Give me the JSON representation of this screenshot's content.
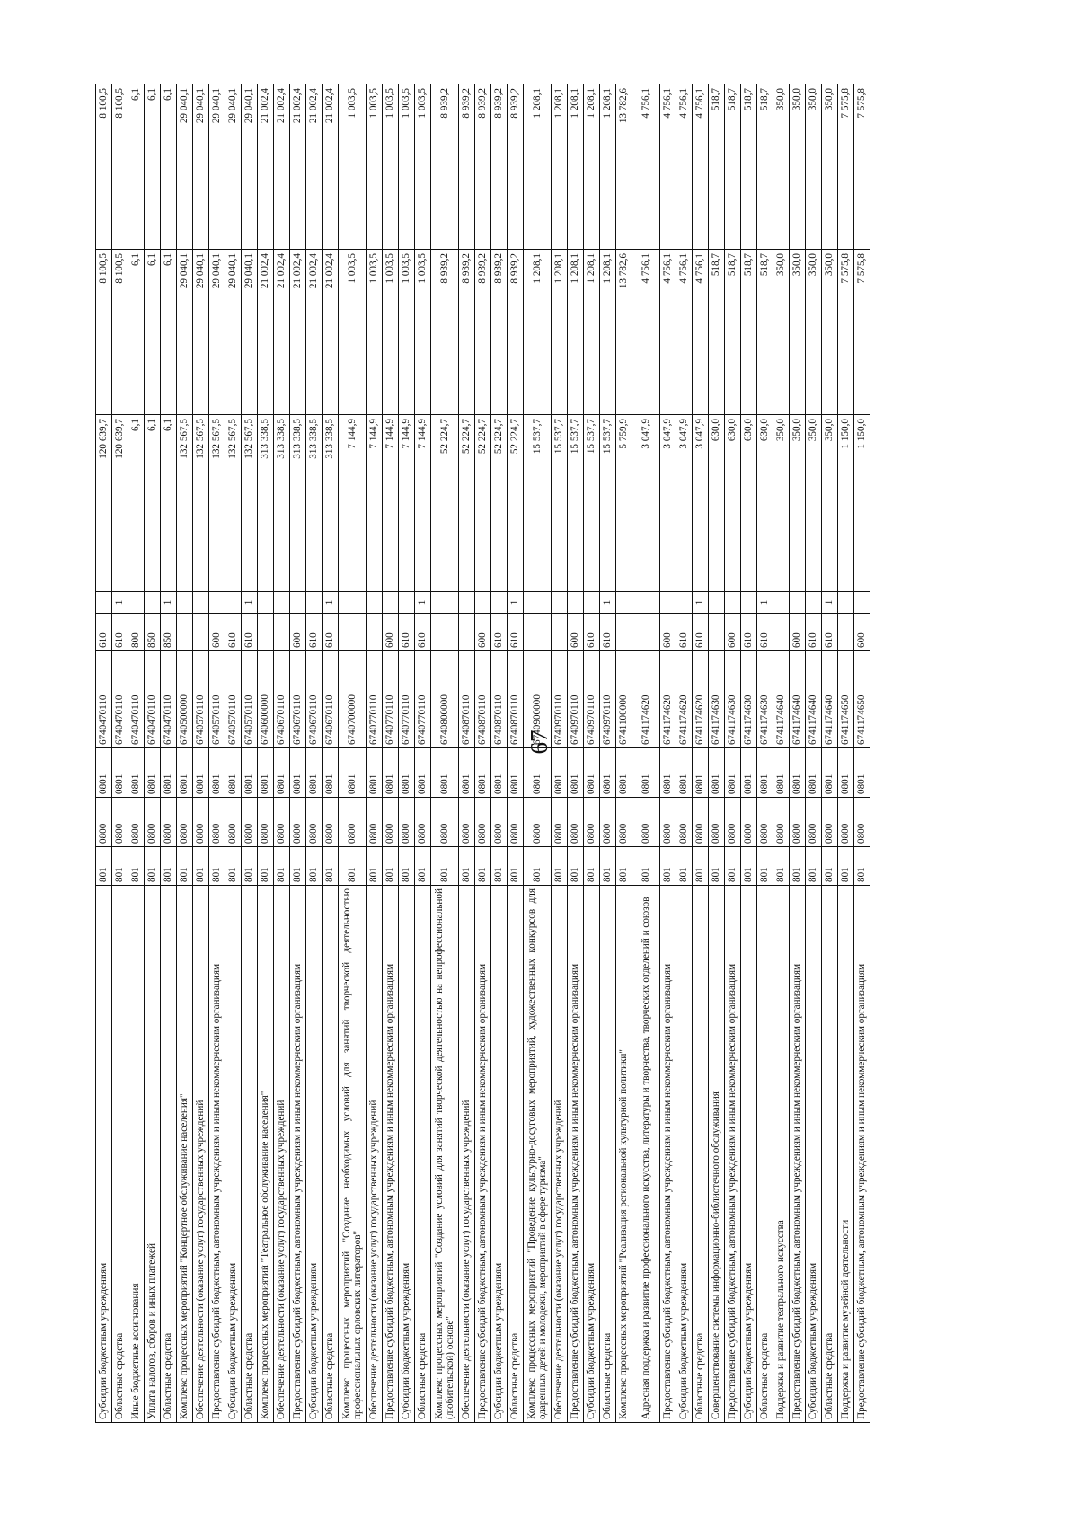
{
  "page": {
    "number": "67"
  },
  "rows": [
    {
      "name": "Субсидии бюджетным учреждениям",
      "gr": "801",
      "rz": "0800",
      "pr": "0801",
      "csr": "6740470110",
      "vr": "610",
      "flag": "",
      "v1": "120 639,7",
      "v2": "8 100,5",
      "v3": "8 100,5"
    },
    {
      "name": "Областные средства",
      "gr": "801",
      "rz": "0800",
      "pr": "0801",
      "csr": "6740470110",
      "vr": "610",
      "flag": "1",
      "v1": "120 639,7",
      "v2": "8 100,5",
      "v3": "8 100,5"
    },
    {
      "name": "Иные бюджетные ассигнования",
      "gr": "801",
      "rz": "0800",
      "pr": "0801",
      "csr": "6740470110",
      "vr": "800",
      "flag": "",
      "v1": "6,1",
      "v2": "6,1",
      "v3": "6,1"
    },
    {
      "name": "Уплата налогов, сборов и иных платежей",
      "gr": "801",
      "rz": "0800",
      "pr": "0801",
      "csr": "6740470110",
      "vr": "850",
      "flag": "",
      "v1": "6,1",
      "v2": "6,1",
      "v3": "6,1"
    },
    {
      "name": "Областные средства",
      "gr": "801",
      "rz": "0800",
      "pr": "0801",
      "csr": "6740470110",
      "vr": "850",
      "flag": "1",
      "v1": "6,1",
      "v2": "6,1",
      "v3": "6,1"
    },
    {
      "name": "Комплекс процессных мероприятий \"Концертное обслуживание населения\"",
      "gr": "801",
      "rz": "0800",
      "pr": "0801",
      "csr": "6740500000",
      "vr": "",
      "flag": "",
      "v1": "132 567,5",
      "v2": "29 040,1",
      "v3": "29 040,1"
    },
    {
      "name": "Обеспечение деятельности (оказание услуг) государственных учреждений",
      "gr": "801",
      "rz": "0800",
      "pr": "0801",
      "csr": "6740570110",
      "vr": "",
      "flag": "",
      "v1": "132 567,5",
      "v2": "29 040,1",
      "v3": "29 040,1"
    },
    {
      "name": "Предоставление субсидий бюджетным, автономным учреждениям и иным некоммерческим организациям",
      "gr": "801",
      "rz": "0800",
      "pr": "0801",
      "csr": "6740570110",
      "vr": "600",
      "flag": "",
      "v1": "132 567,5",
      "v2": "29 040,1",
      "v3": "29 040,1"
    },
    {
      "name": "Субсидии бюджетным учреждениям",
      "gr": "801",
      "rz": "0800",
      "pr": "0801",
      "csr": "6740570110",
      "vr": "610",
      "flag": "",
      "v1": "132 567,5",
      "v2": "29 040,1",
      "v3": "29 040,1"
    },
    {
      "name": "Областные средства",
      "gr": "801",
      "rz": "0800",
      "pr": "0801",
      "csr": "6740570110",
      "vr": "610",
      "flag": "1",
      "v1": "132 567,5",
      "v2": "29 040,1",
      "v3": "29 040,1"
    },
    {
      "name": "Комплекс процессных мероприятий \"Театральное обслуживание населения\"",
      "gr": "801",
      "rz": "0800",
      "pr": "0801",
      "csr": "6740600000",
      "vr": "",
      "flag": "",
      "v1": "313 338,5",
      "v2": "21 002,4",
      "v3": "21 002,4"
    },
    {
      "name": "Обеспечение деятельности (оказание услуг) государственных учреждений",
      "gr": "801",
      "rz": "0800",
      "pr": "0801",
      "csr": "6740670110",
      "vr": "",
      "flag": "",
      "v1": "313 338,5",
      "v2": "21 002,4",
      "v3": "21 002,4"
    },
    {
      "name": "Предоставление субсидий бюджетным, автономным учреждениям и иным некоммерческим организациям",
      "gr": "801",
      "rz": "0800",
      "pr": "0801",
      "csr": "6740670110",
      "vr": "600",
      "flag": "",
      "v1": "313 338,5",
      "v2": "21 002,4",
      "v3": "21 002,4"
    },
    {
      "name": "Субсидии бюджетным учреждениям",
      "gr": "801",
      "rz": "0800",
      "pr": "0801",
      "csr": "6740670110",
      "vr": "610",
      "flag": "",
      "v1": "313 338,5",
      "v2": "21 002,4",
      "v3": "21 002,4"
    },
    {
      "name": "Областные средства",
      "gr": "801",
      "rz": "0800",
      "pr": "0801",
      "csr": "6740670110",
      "vr": "610",
      "flag": "1",
      "v1": "313 338,5",
      "v2": "21 002,4",
      "v3": "21 002,4"
    },
    {
      "name": "Комплекс процессных мероприятий \"Создание необходимых условий для занятий творческой деятельностью профессиональных орловских литераторов\"",
      "gr": "801",
      "rz": "0800",
      "pr": "0801",
      "csr": "6740700000",
      "vr": "",
      "flag": "",
      "v1": "7 144,9",
      "v2": "1 003,5",
      "v3": "1 003,5"
    },
    {
      "name": "Обеспечение деятельности (оказание услуг) государственных учреждений",
      "gr": "801",
      "rz": "0800",
      "pr": "0801",
      "csr": "6740770110",
      "vr": "",
      "flag": "",
      "v1": "7 144,9",
      "v2": "1 003,5",
      "v3": "1 003,5"
    },
    {
      "name": "Предоставление субсидий бюджетным, автономным учреждениям и иным некоммерческим организациям",
      "gr": "801",
      "rz": "0800",
      "pr": "0801",
      "csr": "6740770110",
      "vr": "600",
      "flag": "",
      "v1": "7 144,9",
      "v2": "1 003,5",
      "v3": "1 003,5"
    },
    {
      "name": "Субсидии бюджетным учреждениям",
      "gr": "801",
      "rz": "0800",
      "pr": "0801",
      "csr": "6740770110",
      "vr": "610",
      "flag": "",
      "v1": "7 144,9",
      "v2": "1 003,5",
      "v3": "1 003,5"
    },
    {
      "name": "Областные средства",
      "gr": "801",
      "rz": "0800",
      "pr": "0801",
      "csr": "6740770110",
      "vr": "610",
      "flag": "1",
      "v1": "7 144,9",
      "v2": "1 003,5",
      "v3": "1 003,5"
    },
    {
      "name": "Комплекс процессных мероприятий \"Создание условий для занятий творческой деятельностью на непрофессиональной (любительской) основе\"",
      "gr": "801",
      "rz": "0800",
      "pr": "0801",
      "csr": "6740800000",
      "vr": "",
      "flag": "",
      "v1": "52 224,7",
      "v2": "8 939,2",
      "v3": "8 939,2"
    },
    {
      "name": "Обеспечение деятельности (оказание услуг) государственных учреждений",
      "gr": "801",
      "rz": "0800",
      "pr": "0801",
      "csr": "6740870110",
      "vr": "",
      "flag": "",
      "v1": "52 224,7",
      "v2": "8 939,2",
      "v3": "8 939,2"
    },
    {
      "name": "Предоставление субсидий бюджетным, автономным учреждениям и иным некоммерческим организациям",
      "gr": "801",
      "rz": "0800",
      "pr": "0801",
      "csr": "6740870110",
      "vr": "600",
      "flag": "",
      "v1": "52 224,7",
      "v2": "8 939,2",
      "v3": "8 939,2"
    },
    {
      "name": "Субсидии бюджетным учреждениям",
      "gr": "801",
      "rz": "0800",
      "pr": "0801",
      "csr": "6740870110",
      "vr": "610",
      "flag": "",
      "v1": "52 224,7",
      "v2": "8 939,2",
      "v3": "8 939,2"
    },
    {
      "name": "Областные средства",
      "gr": "801",
      "rz": "0800",
      "pr": "0801",
      "csr": "6740870110",
      "vr": "610",
      "flag": "1",
      "v1": "52 224,7",
      "v2": "8 939,2",
      "v3": "8 939,2"
    },
    {
      "name": "Комплекс процессных мероприятий \"Проведение культурно-досуговых мероприятий, художественных конкурсов для одаренных детей и молодежи, мероприятий в сфере туризма\"",
      "gr": "801",
      "rz": "0800",
      "pr": "0801",
      "csr": "6740900000",
      "vr": "",
      "flag": "",
      "v1": "15 537,7",
      "v2": "1 208,1",
      "v3": "1 208,1"
    },
    {
      "name": "Обеспечение деятельности (оказание услуг) государственных учреждений",
      "gr": "801",
      "rz": "0800",
      "pr": "0801",
      "csr": "6740970110",
      "vr": "",
      "flag": "",
      "v1": "15 537,7",
      "v2": "1 208,1",
      "v3": "1 208,1"
    },
    {
      "name": "Предоставление субсидий бюджетным, автономным учреждениям и иным некоммерческим организациям",
      "gr": "801",
      "rz": "0800",
      "pr": "0801",
      "csr": "6740970110",
      "vr": "600",
      "flag": "",
      "v1": "15 537,7",
      "v2": "1 208,1",
      "v3": "1 208,1"
    },
    {
      "name": "Субсидии бюджетным учреждениям",
      "gr": "801",
      "rz": "0800",
      "pr": "0801",
      "csr": "6740970110",
      "vr": "610",
      "flag": "",
      "v1": "15 537,7",
      "v2": "1 208,1",
      "v3": "1 208,1"
    },
    {
      "name": "Областные средства",
      "gr": "801",
      "rz": "0800",
      "pr": "0801",
      "csr": "6740970110",
      "vr": "610",
      "flag": "1",
      "v1": "15 537,7",
      "v2": "1 208,1",
      "v3": "1 208,1"
    },
    {
      "name": "Комплекс процессных мероприятий \"Реализация региональной культурной политики\"",
      "gr": "801",
      "rz": "0800",
      "pr": "0801",
      "csr": "6741100000",
      "vr": "",
      "flag": "",
      "v1": "5 759,9",
      "v2": "13 782,6",
      "v3": "13 782,6"
    },
    {
      "name": "Адресная поддержка и развитие профессионального искусства, литературы и творчества, творческих отделений и союзов",
      "gr": "801",
      "rz": "0800",
      "pr": "0801",
      "csr": "6741174620",
      "vr": "",
      "flag": "",
      "v1": "3 047,9",
      "v2": "4 756,1",
      "v3": "4 756,1"
    },
    {
      "name": "Предоставление субсидий бюджетным, автономным учреждениям и иным некоммерческим организациям",
      "gr": "801",
      "rz": "0800",
      "pr": "0801",
      "csr": "6741174620",
      "vr": "600",
      "flag": "",
      "v1": "3 047,9",
      "v2": "4 756,1",
      "v3": "4 756,1"
    },
    {
      "name": "Субсидии бюджетным учреждениям",
      "gr": "801",
      "rz": "0800",
      "pr": "0801",
      "csr": "6741174620",
      "vr": "610",
      "flag": "",
      "v1": "3 047,9",
      "v2": "4 756,1",
      "v3": "4 756,1"
    },
    {
      "name": "Областные средства",
      "gr": "801",
      "rz": "0800",
      "pr": "0801",
      "csr": "6741174620",
      "vr": "610",
      "flag": "1",
      "v1": "3 047,9",
      "v2": "4 756,1",
      "v3": "4 756,1"
    },
    {
      "name": "Совершенствование системы информационно-библиотечного обслуживания",
      "gr": "801",
      "rz": "0800",
      "pr": "0801",
      "csr": "6741174630",
      "vr": "",
      "flag": "",
      "v1": "630,0",
      "v2": "518,7",
      "v3": "518,7"
    },
    {
      "name": "Предоставление субсидий бюджетным, автономным учреждениям и иным некоммерческим организациям",
      "gr": "801",
      "rz": "0800",
      "pr": "0801",
      "csr": "6741174630",
      "vr": "600",
      "flag": "",
      "v1": "630,0",
      "v2": "518,7",
      "v3": "518,7"
    },
    {
      "name": "Субсидии бюджетным учреждениям",
      "gr": "801",
      "rz": "0800",
      "pr": "0801",
      "csr": "6741174630",
      "vr": "610",
      "flag": "",
      "v1": "630,0",
      "v2": "518,7",
      "v3": "518,7"
    },
    {
      "name": "Областные средства",
      "gr": "801",
      "rz": "0800",
      "pr": "0801",
      "csr": "6741174630",
      "vr": "610",
      "flag": "1",
      "v1": "630,0",
      "v2": "518,7",
      "v3": "518,7"
    },
    {
      "name": "Поддержка и развитие театрального искусства",
      "gr": "801",
      "rz": "0800",
      "pr": "0801",
      "csr": "6741174640",
      "vr": "",
      "flag": "",
      "v1": "350,0",
      "v2": "350,0",
      "v3": "350,0"
    },
    {
      "name": "Предоставление субсидий бюджетным, автономным учреждениям и иным некоммерческим организациям",
      "gr": "801",
      "rz": "0800",
      "pr": "0801",
      "csr": "6741174640",
      "vr": "600",
      "flag": "",
      "v1": "350,0",
      "v2": "350,0",
      "v3": "350,0"
    },
    {
      "name": "Субсидии бюджетным учреждениям",
      "gr": "801",
      "rz": "0800",
      "pr": "0801",
      "csr": "6741174640",
      "vr": "610",
      "flag": "",
      "v1": "350,0",
      "v2": "350,0",
      "v3": "350,0"
    },
    {
      "name": "Областные средства",
      "gr": "801",
      "rz": "0800",
      "pr": "0801",
      "csr": "6741174640",
      "vr": "610",
      "flag": "1",
      "v1": "350,0",
      "v2": "350,0",
      "v3": "350,0"
    },
    {
      "name": "Поддержка и развитие музейной деятельности",
      "gr": "801",
      "rz": "0800",
      "pr": "0801",
      "csr": "6741174650",
      "vr": "",
      "flag": "",
      "v1": "1 150,0",
      "v2": "7 575,8",
      "v3": "7 575,8"
    },
    {
      "name": "Предоставление субсидий бюджетным, автономным учреждениям и иным некоммерческим организациям",
      "gr": "801",
      "rz": "0800",
      "pr": "0801",
      "csr": "6741174650",
      "vr": "600",
      "flag": "",
      "v1": "1 150,0",
      "v2": "7 575,8",
      "v3": "7 575,8"
    }
  ]
}
